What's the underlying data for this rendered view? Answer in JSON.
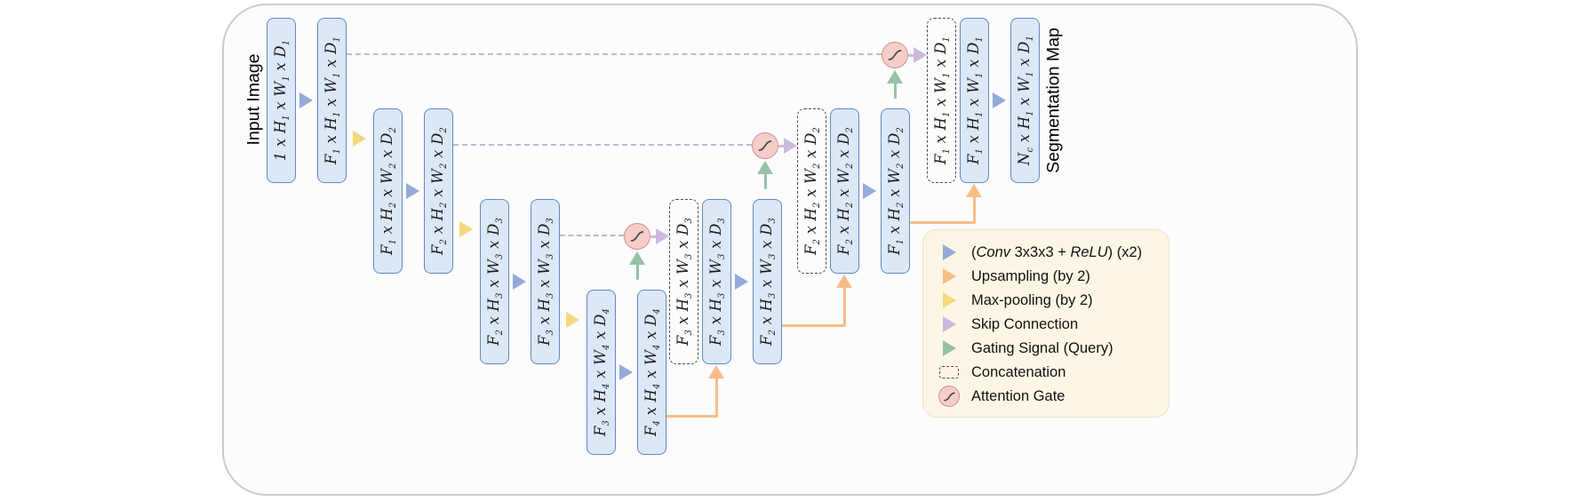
{
  "labels": {
    "input_image": "Input Image",
    "segmentation_map": "Segmentation Map"
  },
  "boxes": {
    "input": "1 x H_1 x W_1 x D_1",
    "enc1": "F_1 x H_1 x W_1 x D_1",
    "enc2_in": "F_1 x H_2 x W_2 x D_2",
    "enc2": "F_2 x H_2 x W_2 x D_2",
    "enc3_in": "F_2 x H_3 x W_3 x D_3",
    "enc3": "F_3 x H_3 x W_3 x D_3",
    "enc4_in": "F_3 x H_4 x W_4 x D_4",
    "enc4": "F_4 x H_4 x W_4 x D_4",
    "dec3_concat": "F_3 x H_3 x W_3 x D_3",
    "dec3_up": "F_3 x H_3 x W_3 x D_3",
    "dec3": "F_2 x H_3 x W_3 x D_3",
    "dec2_concat": "F_2 x H_2 x W_2 x D_2",
    "dec2_up": "F_2 x H_2 x W_2 x D_2",
    "dec2": "F_1 x H_2 x W_2 x D_2",
    "dec1_concat": "F_1 x H_1 x W_1 x D_1",
    "dec1_up": "F_1 x H_1 x W_1 x D_1",
    "output": "N_c x H_1 x W_1 x D_1"
  },
  "legend": {
    "items": [
      {
        "marker": "conv-arrow",
        "label": "(*Conv* 3x3x3 + *ReLU*) (x2)"
      },
      {
        "marker": "upsample-arrow",
        "label": "Upsampling (by 2)"
      },
      {
        "marker": "maxpool-arrow",
        "label": "Max-pooling (by 2)"
      },
      {
        "marker": "skip-arrow",
        "label": "Skip Connection"
      },
      {
        "marker": "gating-arrow",
        "label": "Gating Signal (Query)"
      },
      {
        "marker": "concat-box",
        "label": "Concatenation"
      },
      {
        "marker": "attention-gate",
        "label": "Attention Gate"
      }
    ]
  },
  "colors": {
    "conv": "#94aad9",
    "upsample": "#f7bd86",
    "maxpool": "#f4d97d",
    "skip": "#ccbadd",
    "gating": "#97c2a7",
    "box_fill": "#dce8f7",
    "box_border": "#6089c4",
    "gate_fill": "#f7cdca",
    "gate_border": "#d09090",
    "legend_bg": "#fcf7e5",
    "legend_border": "#eae3cd",
    "dash_line": "#b8bed4",
    "concat_border": "#4d4d4d",
    "frame_border": "#cccccc",
    "frame_bg": "#fcfcfc"
  }
}
